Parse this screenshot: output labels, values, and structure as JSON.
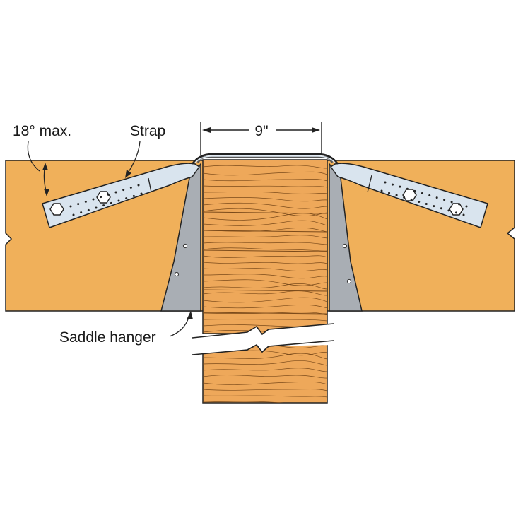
{
  "labels": {
    "angle": "18° max.",
    "strap": "Strap",
    "dimension": "9\"",
    "hanger": "Saddle hanger"
  },
  "colors": {
    "header_wood": "#f0b05a",
    "post_wood": "#eea85a",
    "grain": "#7a4a1a",
    "strap_metal": "#d9e4ee",
    "hanger_metal": "#a9aeb4",
    "outline": "#222222"
  }
}
